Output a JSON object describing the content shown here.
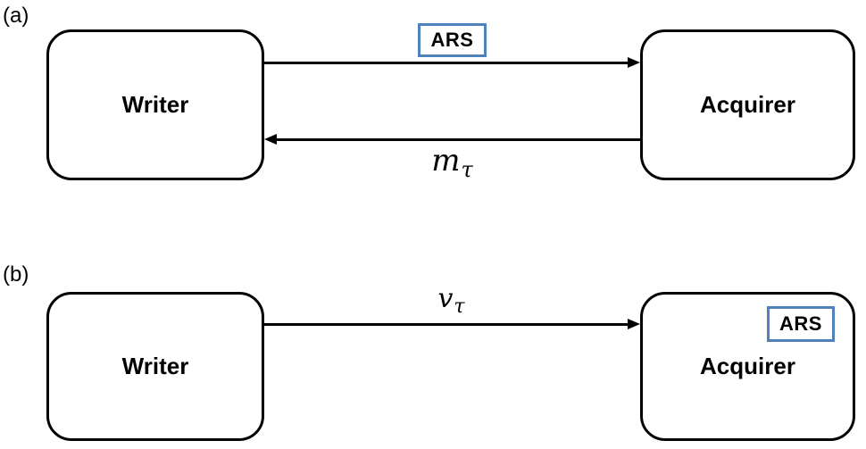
{
  "panel_a": {
    "label": "(a)",
    "writer_label": "Writer",
    "acquirer_label": "Acquirer",
    "forward_arrow_tag": "ARS",
    "return_arrow_label_base": "m",
    "return_arrow_label_sub": "τ"
  },
  "panel_b": {
    "label": "(b)",
    "writer_label": "Writer",
    "acquirer_label": "Acquirer",
    "acquirer_tag": "ARS",
    "forward_arrow_label_base": "v",
    "forward_arrow_label_sub": "τ"
  },
  "colors": {
    "stroke": "#000000",
    "ars_border": "#4F81BD",
    "background": "#FFFFFF"
  }
}
